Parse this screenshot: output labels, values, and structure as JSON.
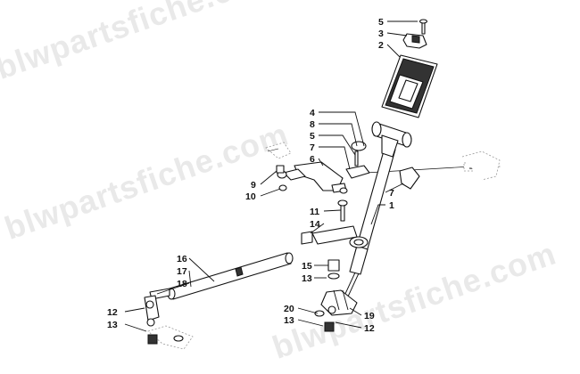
{
  "watermark": {
    "text": "blwpartsfiche.com",
    "color": "#e9e9e9"
  },
  "diagram": {
    "style": "exploded parts diagram, black line art",
    "callouts": [
      {
        "id": "c5a",
        "label": "5"
      },
      {
        "id": "c3",
        "label": "3"
      },
      {
        "id": "c2",
        "label": "2"
      },
      {
        "id": "c4",
        "label": "4"
      },
      {
        "id": "c8",
        "label": "8"
      },
      {
        "id": "c5b",
        "label": "5"
      },
      {
        "id": "c7a",
        "label": "7"
      },
      {
        "id": "c6",
        "label": "6"
      },
      {
        "id": "c9",
        "label": "9"
      },
      {
        "id": "c10",
        "label": "10"
      },
      {
        "id": "c7b",
        "label": "7"
      },
      {
        "id": "c1",
        "label": "1"
      },
      {
        "id": "c11",
        "label": "11"
      },
      {
        "id": "c14",
        "label": "14"
      },
      {
        "id": "c15",
        "label": "15"
      },
      {
        "id": "c13a",
        "label": "13"
      },
      {
        "id": "c16",
        "label": "16"
      },
      {
        "id": "c17",
        "label": "17"
      },
      {
        "id": "c18",
        "label": "18"
      },
      {
        "id": "c12a",
        "label": "12"
      },
      {
        "id": "c13b",
        "label": "13"
      },
      {
        "id": "c20",
        "label": "20"
      },
      {
        "id": "c13c",
        "label": "13"
      },
      {
        "id": "c19",
        "label": "19"
      },
      {
        "id": "c12b",
        "label": "12"
      }
    ]
  }
}
